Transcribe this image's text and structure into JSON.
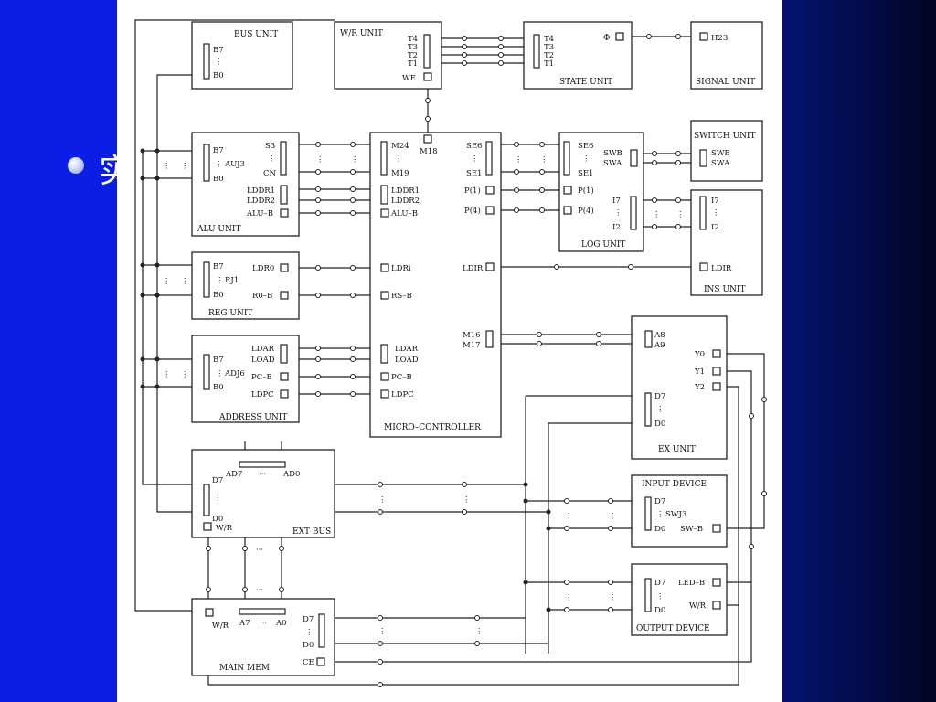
{
  "slide": {
    "title_fragment": "实"
  },
  "units": {
    "bus": {
      "name": "BUS UNIT",
      "b7": "B7",
      "b0": "B0"
    },
    "wr": {
      "name": "W/R UNIT",
      "t4": "T4",
      "t3": "T3",
      "t2": "T2",
      "t1": "T1",
      "we": "WE"
    },
    "state": {
      "name": "STATE UNIT",
      "t4": "T4",
      "t3": "T3",
      "t2": "T2",
      "t1": "T1",
      "phi": "Φ"
    },
    "signal": {
      "name": "SIGNAL UNIT",
      "h23": "H23"
    },
    "alu": {
      "name": "ALU  UNIT",
      "b7": "B7",
      "chip": "AUJ3",
      "b0": "B0",
      "s3": "S3",
      "cn": "CN",
      "lddr1": "LDDR1",
      "lddr2": "LDDR2",
      "alub": "ALU–B"
    },
    "mc": {
      "name": "MICRO–CONTROLLER",
      "m18": "M18",
      "m24": "M24",
      "m19": "M19",
      "lddr1": "LDDR1",
      "lddr2": "LDDR2",
      "alub": "ALU–B",
      "ldri": "LDRi",
      "rsb": "RS–B",
      "ldar": "LDAR",
      "load": "LOAD",
      "pcb": "PC–B",
      "ldpc": "LDPC",
      "se6": "SE6",
      "se1": "SE1",
      "p1": "P(1)",
      "p4": "P(4)",
      "ldir": "LDIR",
      "m16": "M16",
      "m17": "M17"
    },
    "log": {
      "name": "LOG UNIT",
      "se6": "SE6",
      "se1": "SE1",
      "p1": "P(1)",
      "p4": "P(4)",
      "i7": "I7",
      "i2": "I2"
    },
    "switch": {
      "name": "SWITCH UNIT",
      "swb": "SWB",
      "swa": "SWA",
      "swb_in": "SWB",
      "swa_in": "SWA"
    },
    "ins": {
      "name": "INS UNIT",
      "i7": "I7",
      "i2": "I2",
      "ldir": "LDIR"
    },
    "reg": {
      "name": "REG UNIT",
      "b7": "B7",
      "chip": "RJ1",
      "b0": "B0",
      "ldr0": "LDR0",
      "r0b": "R0–B"
    },
    "address": {
      "name": "ADDRESS UNIT",
      "b7": "B7",
      "chip": "ADJ6",
      "b0": "B0",
      "ldar": "LDAR",
      "load": "LOAD",
      "pcb": "PC–B",
      "ldpc": "LDPC"
    },
    "ex": {
      "name": "EX  UNIT",
      "a8": "A8",
      "a9": "A9",
      "y0": "Y0",
      "y1": "Y1",
      "y2": "Y2",
      "d7": "D7",
      "d0": "D0"
    },
    "extbus": {
      "name": "EXT BUS",
      "ad7": "AD7",
      "ad0": "AD0",
      "d7": "D7",
      "d0": "D0",
      "wr": "W/R"
    },
    "input": {
      "name": "INPUT  DEVICE",
      "d7": "D7",
      "chip": "SWJ3",
      "d0": "D0",
      "swb": "SW–B"
    },
    "output": {
      "name": "OUTPUT DEVICE",
      "d7": "D7",
      "d0": "D0",
      "ledb": "LED–B",
      "wr": "W/R"
    },
    "mem": {
      "name": "MAIN MEM",
      "wr": "W/R",
      "a7": "A7",
      "a0": "A0",
      "d7": "D7",
      "d0": "D0",
      "ce": "CE"
    }
  },
  "symbols": {
    "dots": "⋮",
    "hdots": "···"
  }
}
